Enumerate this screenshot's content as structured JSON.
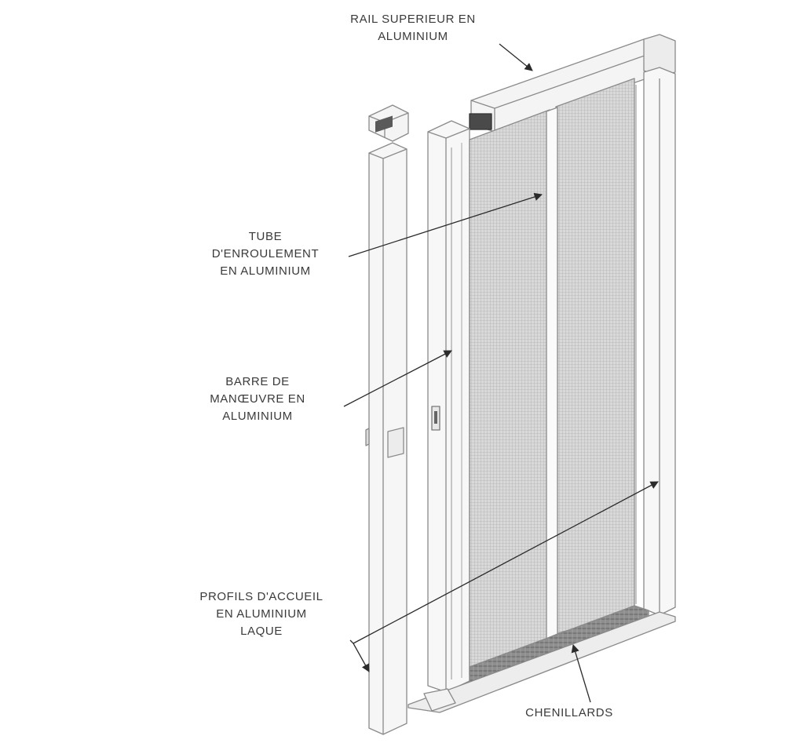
{
  "labels": {
    "rail": {
      "line1": "RAIL  SUPERIEUR EN",
      "line2": "ALUMINIUM"
    },
    "tube": {
      "line1": "TUBE",
      "line2": "D'ENROULEMENT",
      "line3": "EN ALUMINIUM"
    },
    "barre": {
      "line1": "BARRE DE",
      "line2": "MANŒUVRE EN",
      "line3": "ALUMINIUM"
    },
    "profils": {
      "line1": "PROFILS D'ACCUEIL",
      "line2": "EN ALUMINIUM",
      "line3": "LAQUE"
    },
    "chenillards": {
      "line1": "CHENILLARDS"
    }
  },
  "colors": {
    "outline": "#8a8a8a",
    "frame_fill": "#f4f4f4",
    "mesh": "#b4b4b4",
    "track": "#7d7d7d",
    "arrow": "#2b2b2b",
    "text": "#3a3a3a"
  }
}
